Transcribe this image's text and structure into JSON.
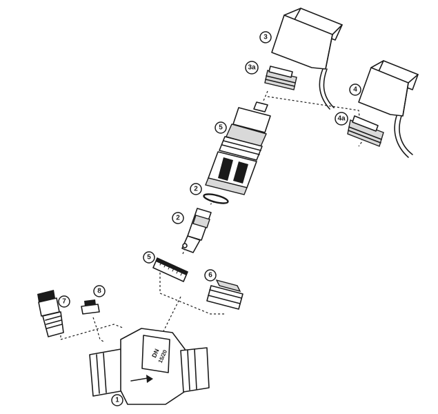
{
  "callouts": {
    "c1": "1",
    "c2a": "2",
    "c2b": "2",
    "c3": "3",
    "c3a": "3a",
    "c4": "4",
    "c4a": "4a",
    "c5a": "5",
    "c5b": "5",
    "c6": "6",
    "c7": "7",
    "c8": "8"
  },
  "valve_marking": {
    "line1": "DN",
    "line2": "15/20"
  }
}
